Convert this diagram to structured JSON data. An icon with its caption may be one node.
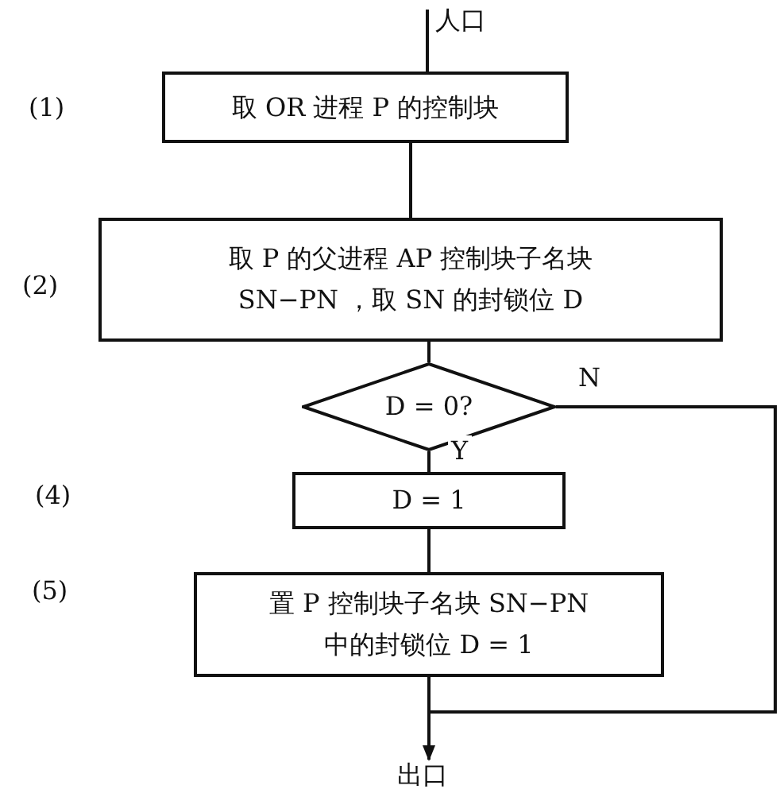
{
  "diagram": {
    "nodes": [
      {
        "text": [
          "人口"
        ]
      },
      {
        "text": [
          "取 OR 进程 P 的控制块"
        ]
      },
      {
        "text": [
          "取 P 的父进程 AP 控制块子名块 SN−PN ，取 SN 的封锁位 D"
        ]
      },
      {
        "text": [
          "D = 0?"
        ]
      },
      {
        "text": [
          "D = 1"
        ]
      },
      {
        "text": [
          "置 P 控制块子名块 SN−PN 中的封锁位 D = 1"
        ]
      },
      {
        "text": [
          "出口"
        ]
      }
    ],
    "edges": [
      {
        "from": 0,
        "to": 1,
        "arrow": "none"
      },
      {
        "from": 1,
        "to": 2,
        "arrow": "none"
      },
      {
        "from": 2,
        "to": 3,
        "arrow": "none"
      },
      {
        "from": 3,
        "to": 4,
        "arrow": "none",
        "label": "Y"
      },
      {
        "from": 4,
        "to": 5,
        "arrow": "none"
      },
      {
        "from": 5,
        "to": 6,
        "arrow": "none"
      },
      {
        "from": 3,
        "to": 6,
        "arrow": "to",
        "label": "N"
      }
    ],
    "labels": [
      "(1)",
      "(2)",
      "(4)",
      "(5)"
    ]
  }
}
